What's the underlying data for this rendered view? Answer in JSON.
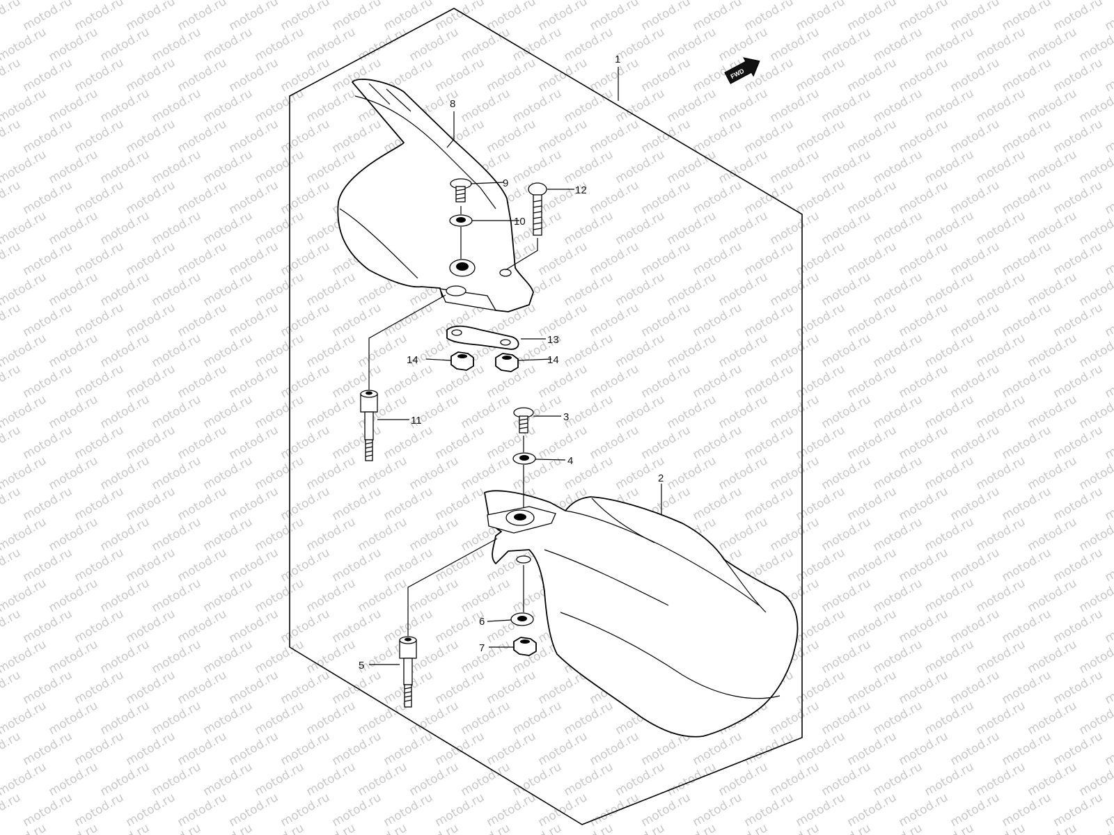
{
  "watermark": "motod.ru",
  "fwd_badge": "FWD",
  "callouts": {
    "c1": "1",
    "c2": "2",
    "c3": "3",
    "c4": "4",
    "c5": "5",
    "c6": "6",
    "c7": "7",
    "c8": "8",
    "c9": "9",
    "c10": "10",
    "c11": "11",
    "c12": "12",
    "c13": "13",
    "c14a": "14",
    "c14b": "14"
  },
  "colors": {
    "line": "#000000",
    "watermark": "#c8c8c8",
    "background": "#ffffff"
  },
  "icons": {
    "fwd": "fwd-arrow-icon"
  }
}
